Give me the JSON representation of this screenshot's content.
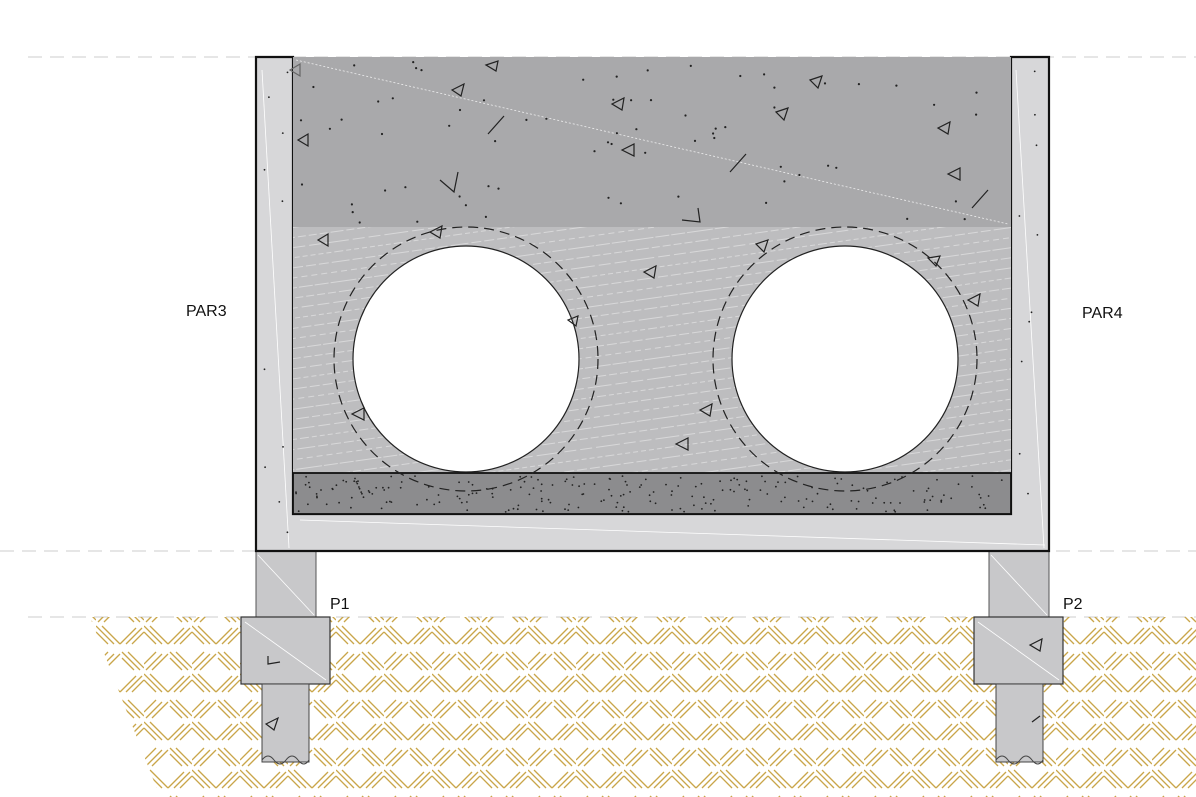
{
  "labels": {
    "wall_left": "PAR3",
    "wall_right": "PAR4",
    "pier_left": "P1",
    "pier_right": "P2"
  },
  "colors": {
    "concrete_wall": "#d7d7d9",
    "fill_upper": "#a9a9ab",
    "fill_lower": "#bdbdbf",
    "lean_concrete": "#8c8c8e",
    "pier": "#c8c8ca",
    "soil_hatch": "#c9a64a",
    "outline": "#111111"
  }
}
